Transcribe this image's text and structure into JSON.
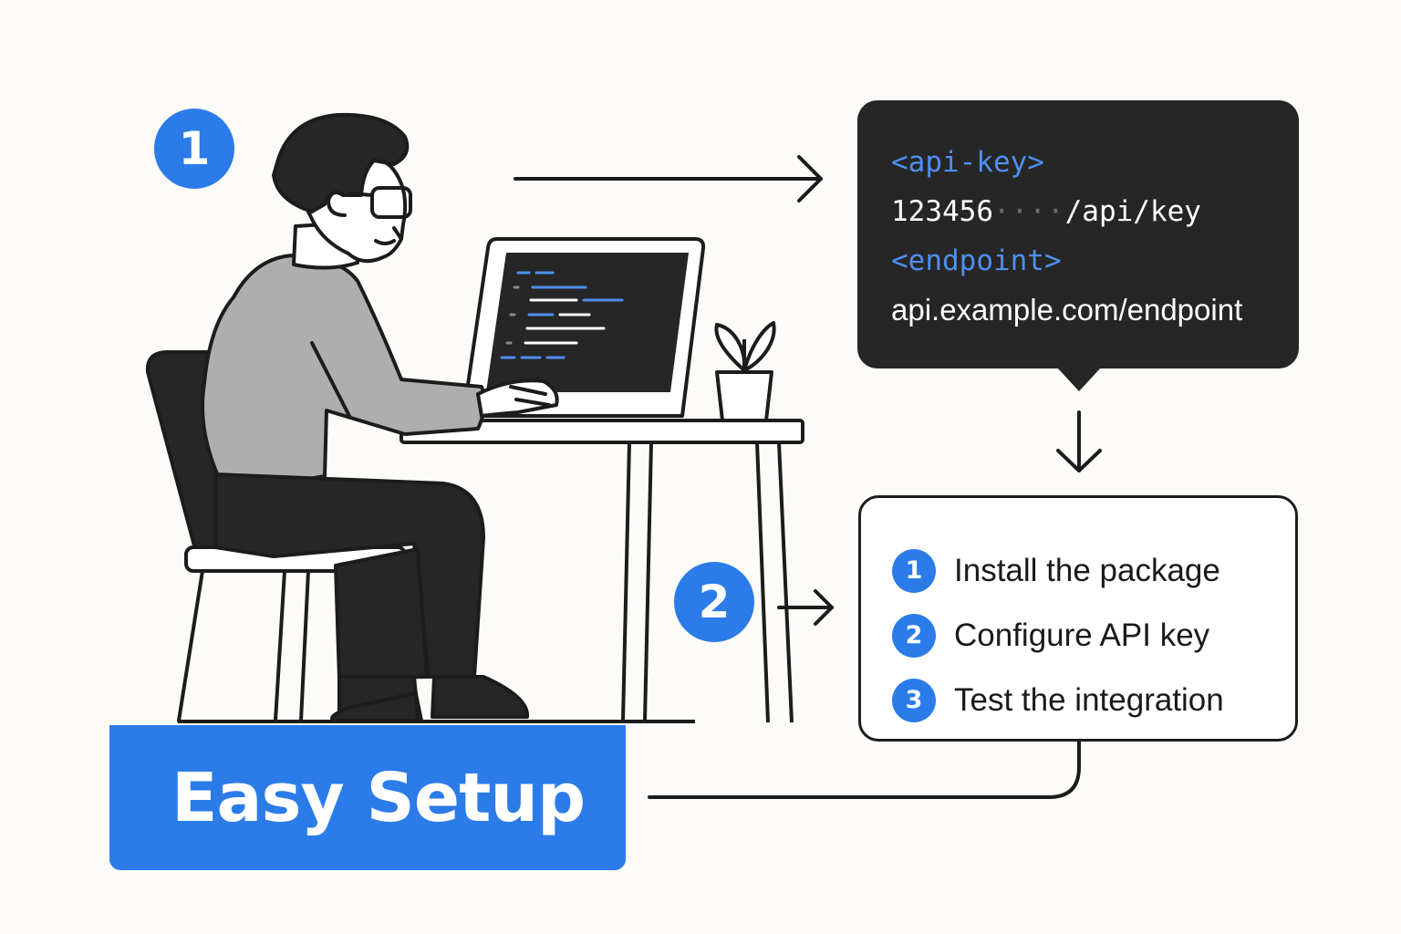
{
  "badges": {
    "first": "1",
    "second": "2"
  },
  "code_panel": {
    "lines": [
      {
        "role": "tag",
        "text": "<api-key>"
      },
      {
        "role": "value",
        "text": "123456",
        "masked": "····",
        "suffix": "/api/key"
      },
      {
        "role": "tag",
        "text": "<endpoint>"
      },
      {
        "role": "value",
        "text": "api.example.com/endpoint"
      }
    ]
  },
  "steps": [
    {
      "number": "1",
      "label": "Install the package"
    },
    {
      "number": "2",
      "label": "Configure API key"
    },
    {
      "number": "3",
      "label": "Test the integration"
    }
  ],
  "title": "Easy Setup",
  "icons": [
    "developer-illustration",
    "laptop-icon",
    "plant-icon",
    "chair-icon",
    "desk-icon",
    "arrow-right-icon",
    "arrow-down-icon"
  ],
  "colors": {
    "accent": "#2b7be9",
    "panel": "#262626",
    "ink": "#1c1c1c",
    "shirt": "#aeaeae",
    "background": "#fcfbf7"
  }
}
